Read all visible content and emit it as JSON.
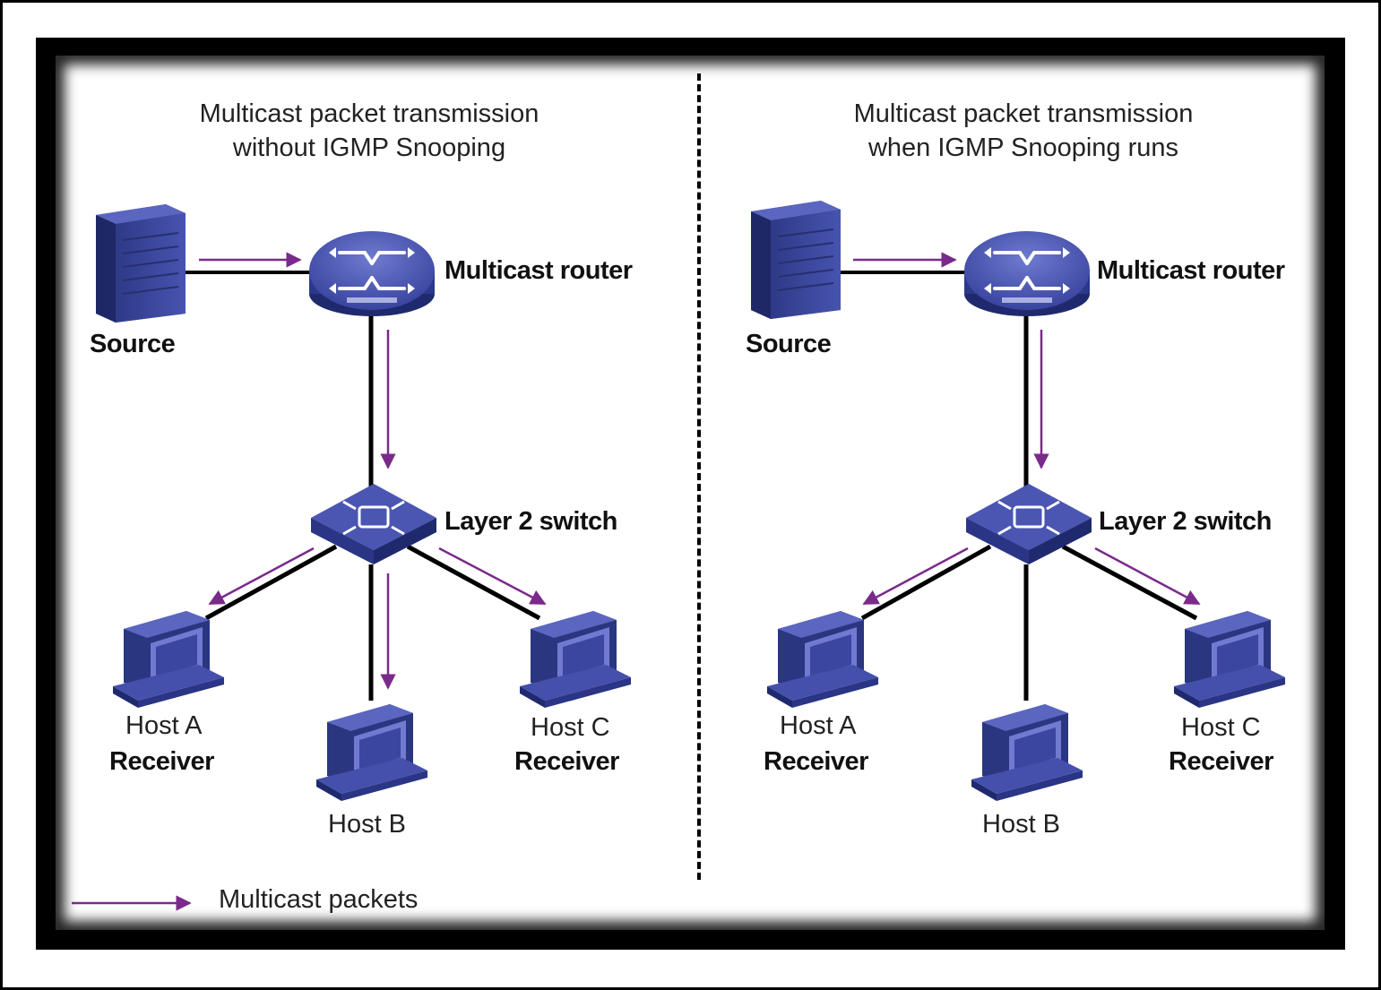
{
  "left": {
    "title_line1": "Multicast packet transmission",
    "title_line2": "without IGMP Snooping",
    "source": "Source",
    "router": "Multicast router",
    "switch": "Layer 2 switch",
    "host_a": "Host A",
    "host_a_role": "Receiver",
    "host_b": "Host B",
    "host_c": "Host C",
    "host_c_role": "Receiver"
  },
  "right": {
    "title_line1": "Multicast packet transmission",
    "title_line2": "when IGMP Snooping runs",
    "source": "Source",
    "router": "Multicast router",
    "switch": "Layer 2 switch",
    "host_a": "Host A",
    "host_a_role": "Receiver",
    "host_b": "Host B",
    "host_c": "Host C",
    "host_c_role": "Receiver"
  },
  "legend": {
    "label": "Multicast packets"
  },
  "colors": {
    "arrow": "#7a2a8a",
    "device": "#3d4aa0",
    "link": "#000000"
  },
  "icons": [
    "server-icon",
    "router-icon",
    "switch-icon",
    "host-computer-icon"
  ]
}
